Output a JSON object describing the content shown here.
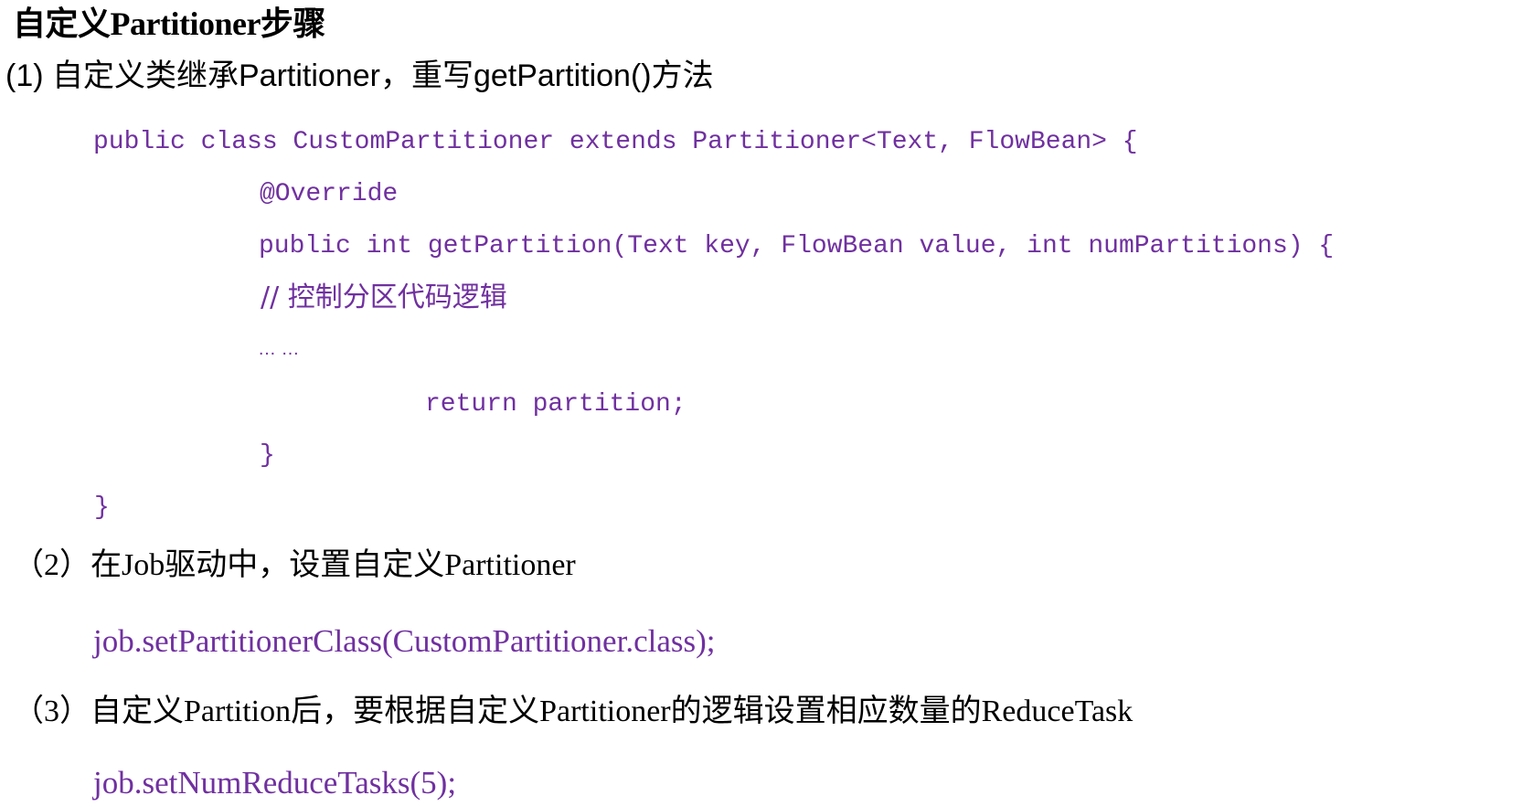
{
  "page": {
    "title": "自定义Partitioner步骤"
  },
  "colors": {
    "text": "#000000",
    "code": "#7030A0",
    "background": "#FFFFFF"
  },
  "steps": [
    {
      "label": "(1) 自定义类继承Partitioner，重写getPartition()方法",
      "code_lines": [
        "public class CustomPartitioner extends Partitioner<Text, FlowBean> {",
        "@Override",
        "public int getPartition(Text key, FlowBean value, int numPartitions) {",
        "// 控制分区代码逻辑",
        "… …",
        "return partition;",
        "}",
        "}"
      ]
    },
    {
      "label": "（2）在Job驱动中，设置自定义Partitioner",
      "code": "job.setPartitionerClass(CustomPartitioner.class);"
    },
    {
      "label": "（3）自定义Partition后，要根据自定义Partitioner的逻辑设置相应数量的ReduceTask",
      "code": "job.setNumReduceTasks(5);"
    }
  ]
}
